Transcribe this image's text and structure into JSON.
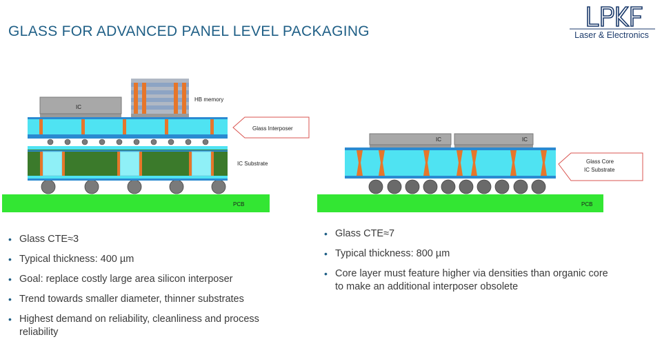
{
  "page_title": "GLASS FOR ADVANCED PANEL LEVEL PACKAGING",
  "logo": {
    "mark": "LPKF",
    "tagline": "Laser & Electronics"
  },
  "left_diagram": {
    "ic_label": "IC",
    "memory_label": "HB memory",
    "interposer_label": "Glass Interposer",
    "substrate_label": "IC Substrate",
    "pcb_label": "PCB"
  },
  "right_diagram": {
    "ic_label_1": "IC",
    "ic_label_2": "IC",
    "core_label_line1": "Glass Core",
    "core_label_line2": "IC Substrate",
    "pcb_label": "PCB"
  },
  "left_bullets": [
    "Glass CTE≈3",
    "Typical thickness: 400 µm",
    "Goal: replace costly large area silicon interposer",
    "Trend towards smaller diameter, thinner substrates",
    "Highest demand on reliability, cleanliness and process reliability"
  ],
  "right_bullets": [
    "Glass CTE≈7",
    "Typical thickness: 800 µm",
    "Core layer must feature higher via densities than organic core to make an additional interposer obsolete"
  ],
  "colors": {
    "title": "#1f5f86",
    "pcb_green": "#33e633",
    "glass_cyan": "#4fe3f2",
    "via_orange": "#e6762a",
    "substrate_green": "#3b7a2b",
    "ball_gray": "#7a7a7a"
  }
}
